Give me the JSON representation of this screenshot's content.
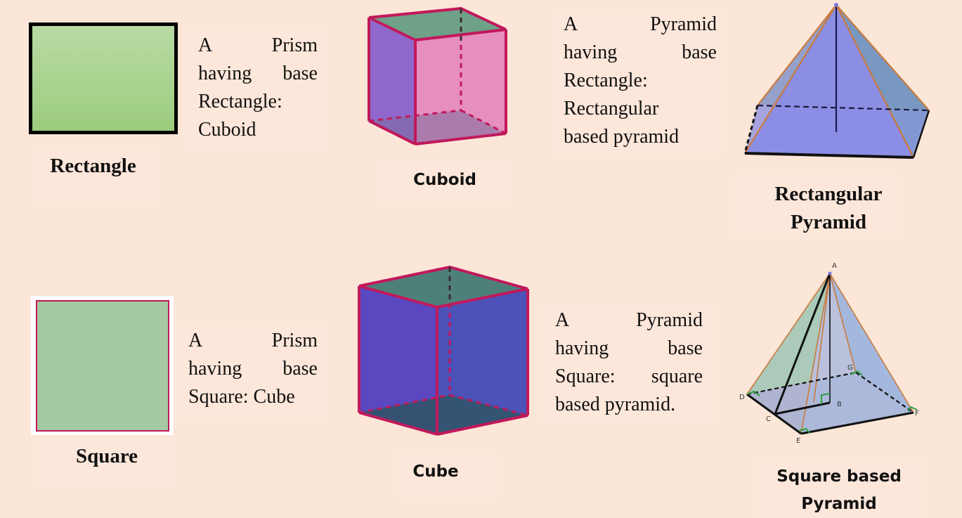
{
  "row1": {
    "shape": {
      "caption": "Rectangle"
    },
    "prism_text": [
      "A",
      "Prism",
      "having",
      "base",
      "Rectangle:",
      "Cuboid"
    ],
    "prism": {
      "caption": "Cuboid"
    },
    "pyramid_text": [
      "A",
      "Pyramid",
      "having",
      "base",
      "Rectangle:",
      "Rectangular",
      "based pyramid"
    ],
    "pyramid": {
      "caption_line1": "Rectangular",
      "caption_line2": "Pyramid"
    }
  },
  "row2": {
    "shape": {
      "caption": "Square"
    },
    "prism_text": [
      "A",
      "Prism",
      "having",
      "base",
      "Square: Cube"
    ],
    "prism": {
      "caption": "Cube"
    },
    "pyramid_text": [
      "A",
      "Pyramid",
      "having",
      "base",
      "Square:",
      "square",
      "based pyramid."
    ],
    "pyramid": {
      "caption_line1": "Square based",
      "caption_line2": "Pyramid",
      "point_labels": {
        "a": "A",
        "b": "B",
        "c": "C",
        "d": "D",
        "e": "E",
        "f": "F",
        "g": "G"
      }
    }
  },
  "colors": {
    "background": "#fce6d8",
    "rectangle_fill": "#a9d18e",
    "square_fill": "#a5c9a0",
    "cuboid_front": "#e88cc0",
    "cube_front": "#4f52b8",
    "edge_crimson": "#c2185b"
  }
}
